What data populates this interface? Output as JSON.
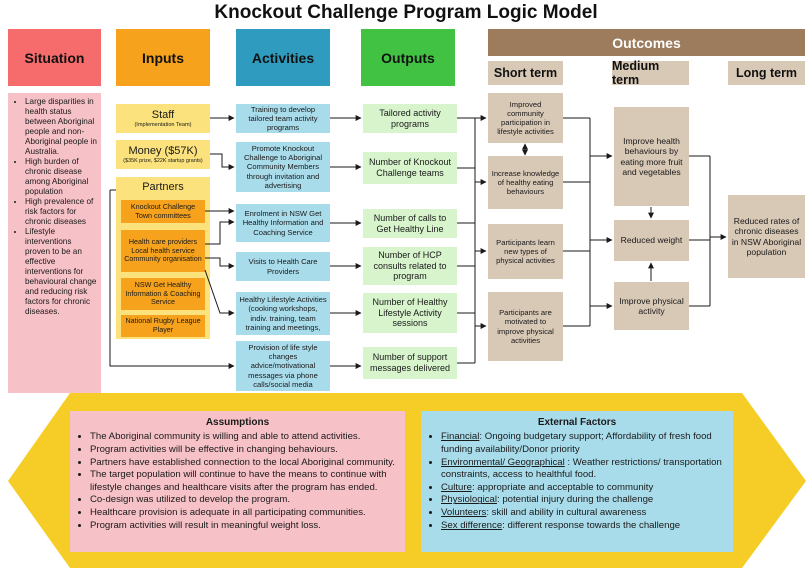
{
  "title": "Knockout Challenge Program Logic Model",
  "headers": {
    "situation": "Situation",
    "inputs": "Inputs",
    "activities": "Activities",
    "outputs": "Outputs",
    "outcomes": "Outcomes",
    "short_term": "Short term",
    "medium_term": "Medium term",
    "long_term": "Long term"
  },
  "situation": [
    "Large disparities in health status between Aboriginal people and non-Aboriginal people in Australia.",
    "High burden of chronic disease among Aboriginal population",
    "High prevalence of risk factors for chronic diseases",
    "Lifestyle interventions proven to be an effective interventions for behavioural change and reducing risk factors for chronic diseases."
  ],
  "inputs": {
    "staff": "Staff",
    "staff_sub": "(Implementation Team)",
    "money": "Money ($57K)",
    "money_sub": "($35K prize, $22K startup grants)",
    "partners": "Partners",
    "partner_items": [
      "Knockout Challenge Town committees",
      "Health care providers Local health service Community organisation",
      "NSW Get Healthy Information & Coaching Service",
      "National Rugby League Player"
    ]
  },
  "activities": [
    "Training to develop tailored team activity programs",
    "Promote Knockout Challenge to Aboriginal Community Members through invitation and advertising",
    "Enrolment in NSW Get Healthy Information and Coaching Service",
    "Visits to Health Care Providers",
    "Healthy Lifestyle Activities (cooking workshops, indiv. training, team training and meetings,",
    "Provision of life style changes advice/motivational messages via phone calls/social media"
  ],
  "outputs": [
    "Tailored activity programs",
    "Number of Knockout Challenge teams",
    "Number of calls to Get Healthy Line",
    "Number of HCP consults related to program",
    "Number of Healthy Lifestyle Activity sessions",
    "Number of support messages delivered"
  ],
  "short_term": [
    "Improved community participation in lifestyle activities",
    "Increase knowledge of healthy eating behaviours",
    "Participants learn new types of physical activities",
    "Participants are motivated to improve physical activities"
  ],
  "medium_term": [
    "Improve health behaviours by eating more fruit and vegetables",
    "Reduced weight",
    "Improve physical activity"
  ],
  "long_term": [
    "Reduced rates of chronic diseases in NSW Aboriginal population"
  ],
  "assumptions": {
    "title": "Assumptions",
    "items": [
      "The Aboriginal community is willing and able to attend activities.",
      "Program activities will be effective in changing behaviours.",
      "Partners have established connection to the local Aboriginal community.",
      "The target population will continue to have the means to continue with lifestyle changes and healthcare visits after the program has ended.",
      "Co-design was utilized to develop the program.",
      "Healthcare provision is adequate in all participating communities.",
      "Program activities will result in meaningful weight loss."
    ]
  },
  "external": {
    "title": "External Factors",
    "items": [
      {
        "label": "Financial",
        "text": ": Ongoing budgetary support; Affordability of fresh food funding availability/Donor priority"
      },
      {
        "label": "Environmental/ Geographical",
        "text": " : Weather restrictions/ transportation constraints, access to healthful food."
      },
      {
        "label": "Culture",
        "text": ": appropriate and acceptable to community"
      },
      {
        "label": "Physiological",
        "text": ": potential injury during the challenge"
      },
      {
        "label": "Volunteers",
        "text": ": skill and ability in cultural awareness"
      },
      {
        "label": "Sex difference",
        "text": ": different response towards the challenge"
      }
    ]
  },
  "colors": {
    "situation": "#f66b6b",
    "inputs": "#f6a21c",
    "activities": "#2f9bbf",
    "outputs": "#42c242",
    "outcomes": "#9c7c5c",
    "banner": "#f6cd26"
  }
}
